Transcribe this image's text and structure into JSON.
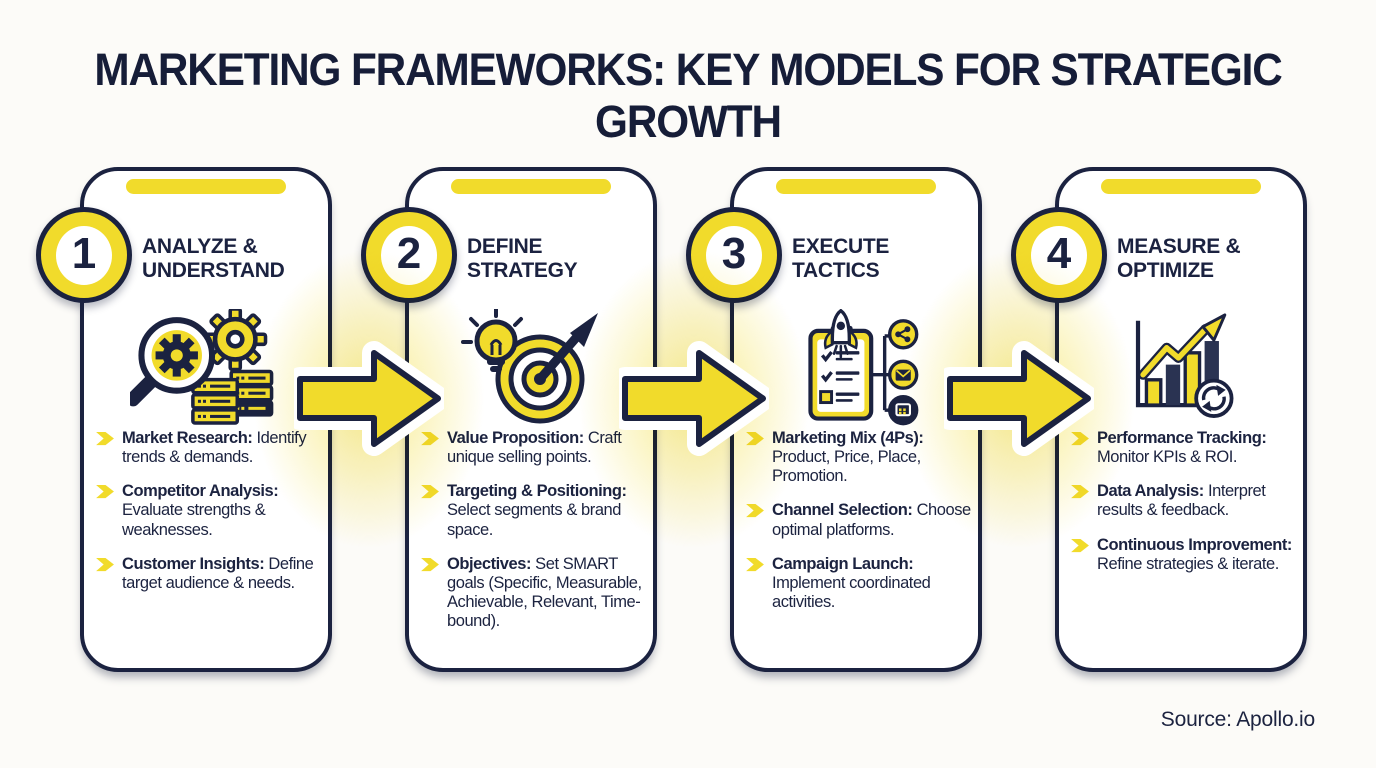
{
  "title": "MARKETING FRAMEWORKS: KEY MODELS FOR STRATEGIC GROWTH",
  "source": "Source: Apollo.io",
  "colors": {
    "accent_yellow": "#F1DB2B",
    "navy": "#1B2240",
    "background": "#FCFBF8",
    "card_bg": "#FFFFFF"
  },
  "steps": [
    {
      "number": "1",
      "title": "ANALYZE & UNDERSTAND",
      "icon": "magnifier-gear-analytics-icon",
      "bullets": [
        {
          "label": "Market Research:",
          "text": "Identify trends & demands."
        },
        {
          "label": "Competitor Analysis:",
          "text": "Evaluate strengths & weaknesses."
        },
        {
          "label": "Customer Insights:",
          "text": "Define target audience & needs."
        }
      ]
    },
    {
      "number": "2",
      "title": "DEFINE STRATEGY",
      "icon": "target-lightbulb-arrow-icon",
      "bullets": [
        {
          "label": "Value Proposition:",
          "text": "Craft unique selling points."
        },
        {
          "label": "Targeting & Positioning:",
          "text": "Select segments & brand space."
        },
        {
          "label": "Objectives:",
          "text": "Set SMART goals (Specific, Measurable, Achievable, Relevant, Time-bound)."
        }
      ]
    },
    {
      "number": "3",
      "title": "EXECUTE TACTICS",
      "icon": "clipboard-rocket-channels-icon",
      "bullets": [
        {
          "label": "Marketing Mix (4Ps):",
          "text": "Product, Price, Place, Promotion."
        },
        {
          "label": "Channel Selection:",
          "text": "Choose optimal platforms."
        },
        {
          "label": "Campaign Launch:",
          "text": "Implement coordinated activities."
        }
      ]
    },
    {
      "number": "4",
      "title": "MEASURE & OPTIMIZE",
      "icon": "bar-chart-growth-refresh-icon",
      "bullets": [
        {
          "label": "Performance Tracking:",
          "text": "Monitor KPIs & ROI."
        },
        {
          "label": "Data Analysis:",
          "text": "Interpret results & feedback."
        },
        {
          "label": "Continuous Improvement:",
          "text": "Refine strategies & iterate."
        }
      ]
    }
  ]
}
